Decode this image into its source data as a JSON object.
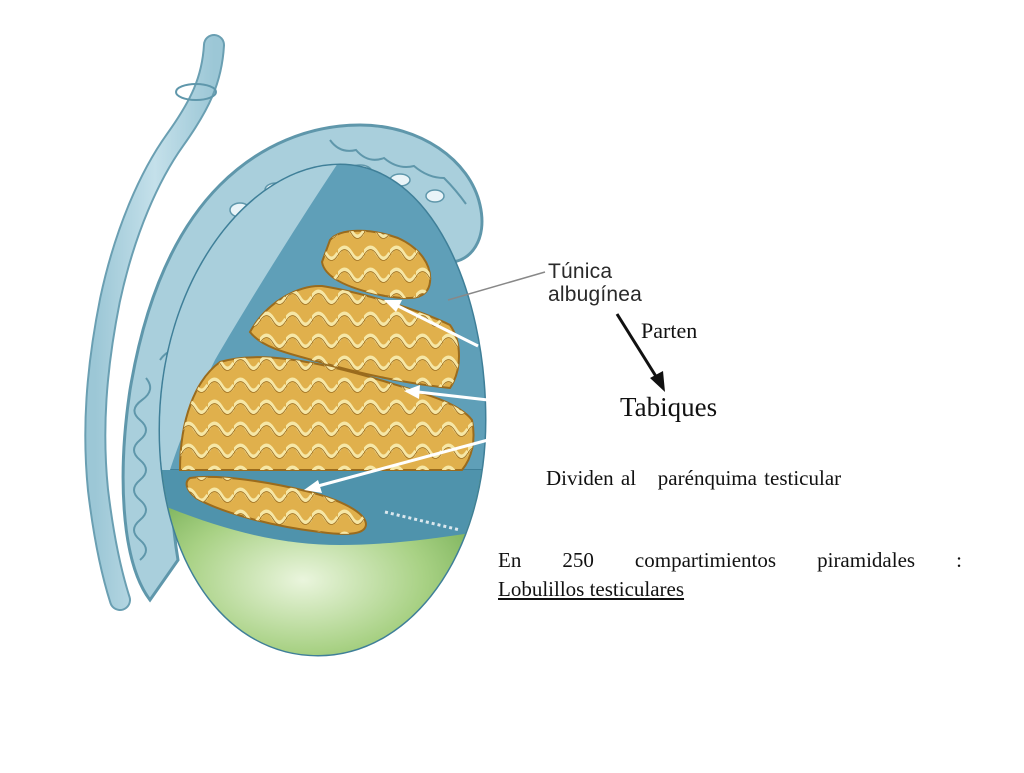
{
  "labels": {
    "tunica_line1": "Túnica",
    "tunica_line2": "albugínea"
  },
  "notes": {
    "parten": "Parten",
    "tabiques": "Tabiques",
    "dividen": "Dividen al   parénquima testicular",
    "compartimientos_words": [
      "En",
      "250",
      "compartimientos",
      "piramidales",
      ":"
    ],
    "lobulillos": "Lobulillos testiculares"
  },
  "colors": {
    "ducts": "#a9cfdc",
    "duct_outline": "#5f97ab",
    "tunica": "#4f93ac",
    "testis_lower": "#8cc06a",
    "lobule": "#e0b04c",
    "tubule": "#f6e7a6",
    "arrow_dark": "#111111",
    "arrow_white": "#ffffff"
  }
}
